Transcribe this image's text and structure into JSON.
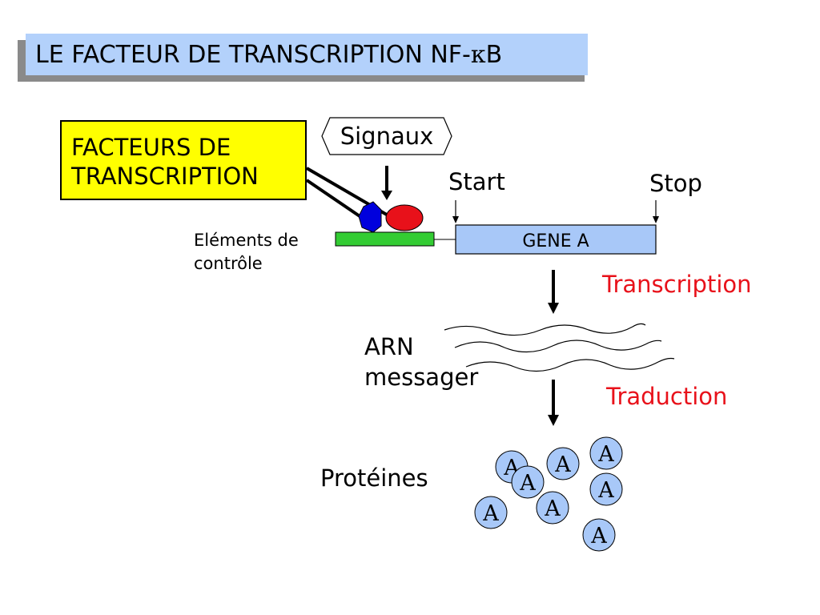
{
  "title": {
    "prefix": "LE FACTEUR DE TRANSCRIPTION NF-",
    "kappa": "κ",
    "suffix": "B"
  },
  "transcription_factors": {
    "line1": "FACTEURS DE",
    "line2": "TRANSCRIPTION"
  },
  "signals_label": "Signaux",
  "start_label": "Start",
  "stop_label": "Stop",
  "gene_label": "GENE A",
  "control_elements": {
    "line1": "Eléments de",
    "line2": "contrôle"
  },
  "transcription_label": "Transcription",
  "mrna": {
    "line1": "ARN",
    "line2": "messager"
  },
  "translation_label": "Traduction",
  "proteins_label": "Protéines",
  "protein_letter": "A",
  "colors": {
    "title_bg": "#b3d1fb",
    "title_shadow": "#8a8a8a",
    "tf_box_bg": "#ffff00",
    "control_bar": "#33cc33",
    "gene_box": "#a8c8f8",
    "protein_fill": "#a8c8f8",
    "factor_blue": "#0000dd",
    "factor_red": "#e8111a",
    "red_text": "#e8111a"
  }
}
